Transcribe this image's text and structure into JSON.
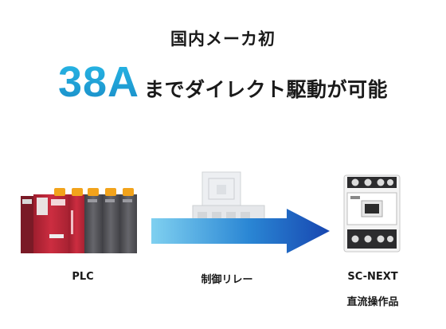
{
  "headline": {
    "top": "国内メーカ初",
    "amperage": "38A",
    "main_rest": "までダイレクト駆動が可能"
  },
  "items": {
    "plc": {
      "label": "PLC"
    },
    "relay": {
      "label": "制御リレー"
    },
    "contactor": {
      "label": "SC-NEXT",
      "sublabel": "直流操作品"
    }
  },
  "colors": {
    "accent_blue": "#1f9fd1",
    "arrow_start": "#7fd0f0",
    "arrow_end": "#1746b0",
    "plc_red": "#c4283a",
    "plc_gray": "#5a5a5e",
    "terminal_orange": "#f2a31b"
  }
}
